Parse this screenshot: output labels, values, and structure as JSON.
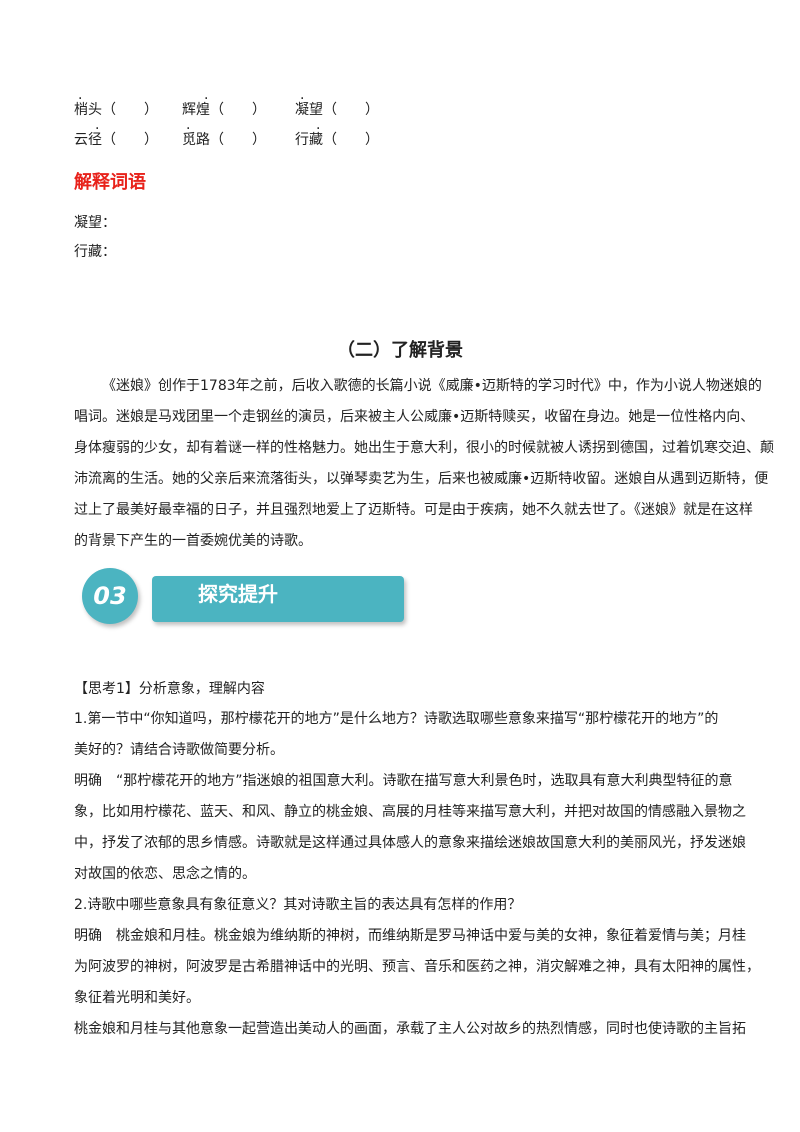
{
  "pronunciation": {
    "row1": [
      "梢头（　　）",
      "辉煌（　　）",
      "凝望（　　）"
    ],
    "row2": [
      "云径（　　）",
      "觅路（　　）",
      "行藏（　　）"
    ]
  },
  "explain": {
    "heading": "解释词语",
    "item1": "凝望：",
    "item2": "行藏："
  },
  "background": {
    "title": "（二）了解背景",
    "lines": [
      "《迷娘》创作于1783年之前，后收入歌德的长篇小说《威廉•迈斯特的学习时代》中，作为小说人物迷娘的",
      "唱词。迷娘是马戏团里一个走钢丝的演员，后来被主人公威廉•迈斯特赎买，收留在身边。她是一位性格内向、",
      "身体瘦弱的少女，却有着谜一样的性格魅力。她出生于意大利，很小的时候就被人诱拐到德国，过着饥寒交迫、颠",
      "沛流离的生活。她的父亲后来流落街头，以弹琴卖艺为生，后来也被威廉•迈斯特收留。迷娘自从遇到迈斯特，便",
      "过上了最美好最幸福的日子，并且强烈地爱上了迈斯特。可是由于疾病，她不久就去世了。《迷娘》就是在这样",
      "的背景下产生的一首委婉优美的诗歌。"
    ]
  },
  "badge": {
    "number": "03",
    "label": "探究提升"
  },
  "explore": {
    "heading": "【思考1】分析意象，理解内容",
    "lines": [
      "1.第一节中“你知道吗，那柠檬花开的地方”是什么地方？诗歌选取哪些意象来描写“那柠檬花开的地方”的",
      "美好的？请结合诗歌做简要分析。",
      "明确　“那柠檬花开的地方”指迷娘的祖国意大利。诗歌在描写意大利景色时，选取具有意大利典型特征的意",
      "象，比如用柠檬花、蓝天、和风、静立的桃金娘、高展的月桂等来描写意大利，并把对故国的情感融入景物之",
      "中，抒发了浓郁的思乡情感。诗歌就是这样通过具体感人的意象来描绘迷娘故国意大利的美丽风光，抒发迷娘",
      "对故国的依恋、思念之情的。",
      "2.诗歌中哪些意象具有象征意义？其对诗歌主旨的表达具有怎样的作用？",
      "明确　桃金娘和月桂。桃金娘为维纳斯的神树，而维纳斯是罗马神话中爱与美的女神，象征着爱情与美；月桂",
      "为阿波罗的神树，阿波罗是古希腊神话中的光明、预言、音乐和医药之神，消灾解难之神，具有太阳神的属性，",
      "象征着光明和美好。",
      "桃金娘和月桂与其他意象一起营造出美动人的画面，承载了主人公对故乡的热烈情感，同时也使诗歌的主旨拓"
    ]
  }
}
